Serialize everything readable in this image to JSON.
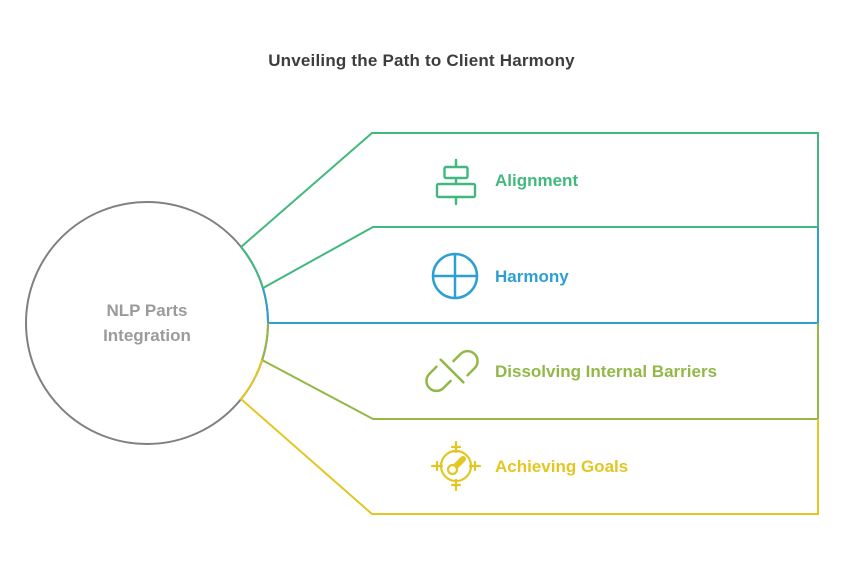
{
  "title": "Unveiling the Path to Client Harmony",
  "colors": {
    "title": "#3d3d3d",
    "circle_outline": "#808080",
    "center_label": "#9b9b9b",
    "background": "#ffffff"
  },
  "center": {
    "label": "NLP Parts Integration"
  },
  "items": [
    {
      "label": "Alignment",
      "color": "#41b87e",
      "icon": "align-center-icon"
    },
    {
      "label": "Harmony",
      "color": "#2e9fd2",
      "icon": "circle-cross-icon"
    },
    {
      "label": "Dissolving Internal Barriers",
      "color": "#93b848",
      "icon": "split-capsule-icon"
    },
    {
      "label": "Achieving Goals",
      "color": "#e4c623",
      "icon": "goal-target-icon"
    }
  ]
}
